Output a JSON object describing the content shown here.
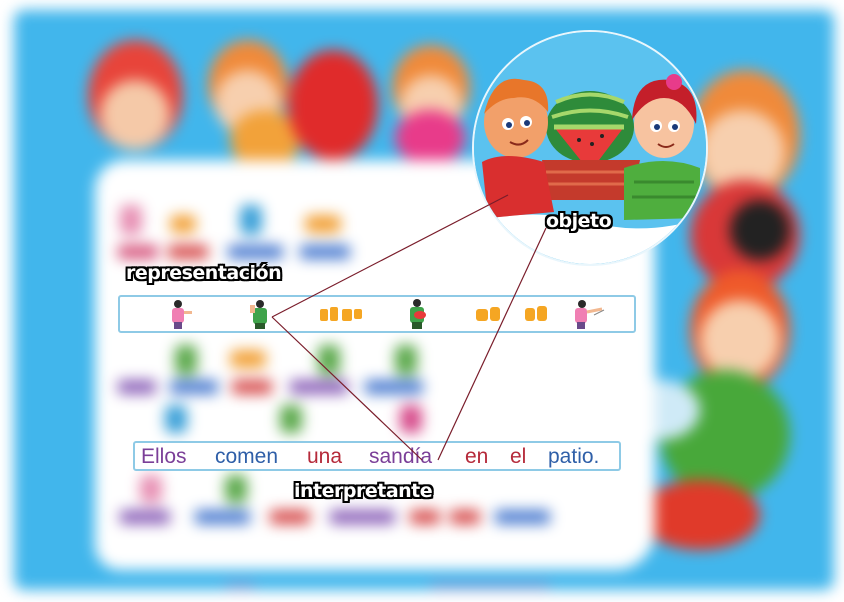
{
  "labels": {
    "representacion": "representación",
    "objeto": "objeto",
    "interpretante": "interpretante"
  },
  "sentence": {
    "words": [
      "Ellos",
      "comen",
      "una",
      "sandía",
      "en",
      "el",
      "patio."
    ]
  },
  "colors": {
    "sky": "#41b6ec",
    "frame_border": "#8ecae6",
    "connector": "#7a1d2b",
    "ellos": "#7b3f98",
    "comen": "#2f5fa8",
    "una": "#b52a3a",
    "sandia": "#7b3f98",
    "en": "#b52a3a",
    "el": "#b52a3a",
    "patio": "#2f5fa8"
  },
  "pictograms": [
    {
      "icon": "person-pink-icon"
    },
    {
      "icon": "person-green-eating-icon"
    },
    {
      "icon": "hands-sign-una-icon"
    },
    {
      "icon": "person-holding-watermelon-icon"
    },
    {
      "icon": "hands-sign-en-icon"
    },
    {
      "icon": "hands-sign-el-icon"
    },
    {
      "icon": "person-pointing-icon"
    }
  ]
}
